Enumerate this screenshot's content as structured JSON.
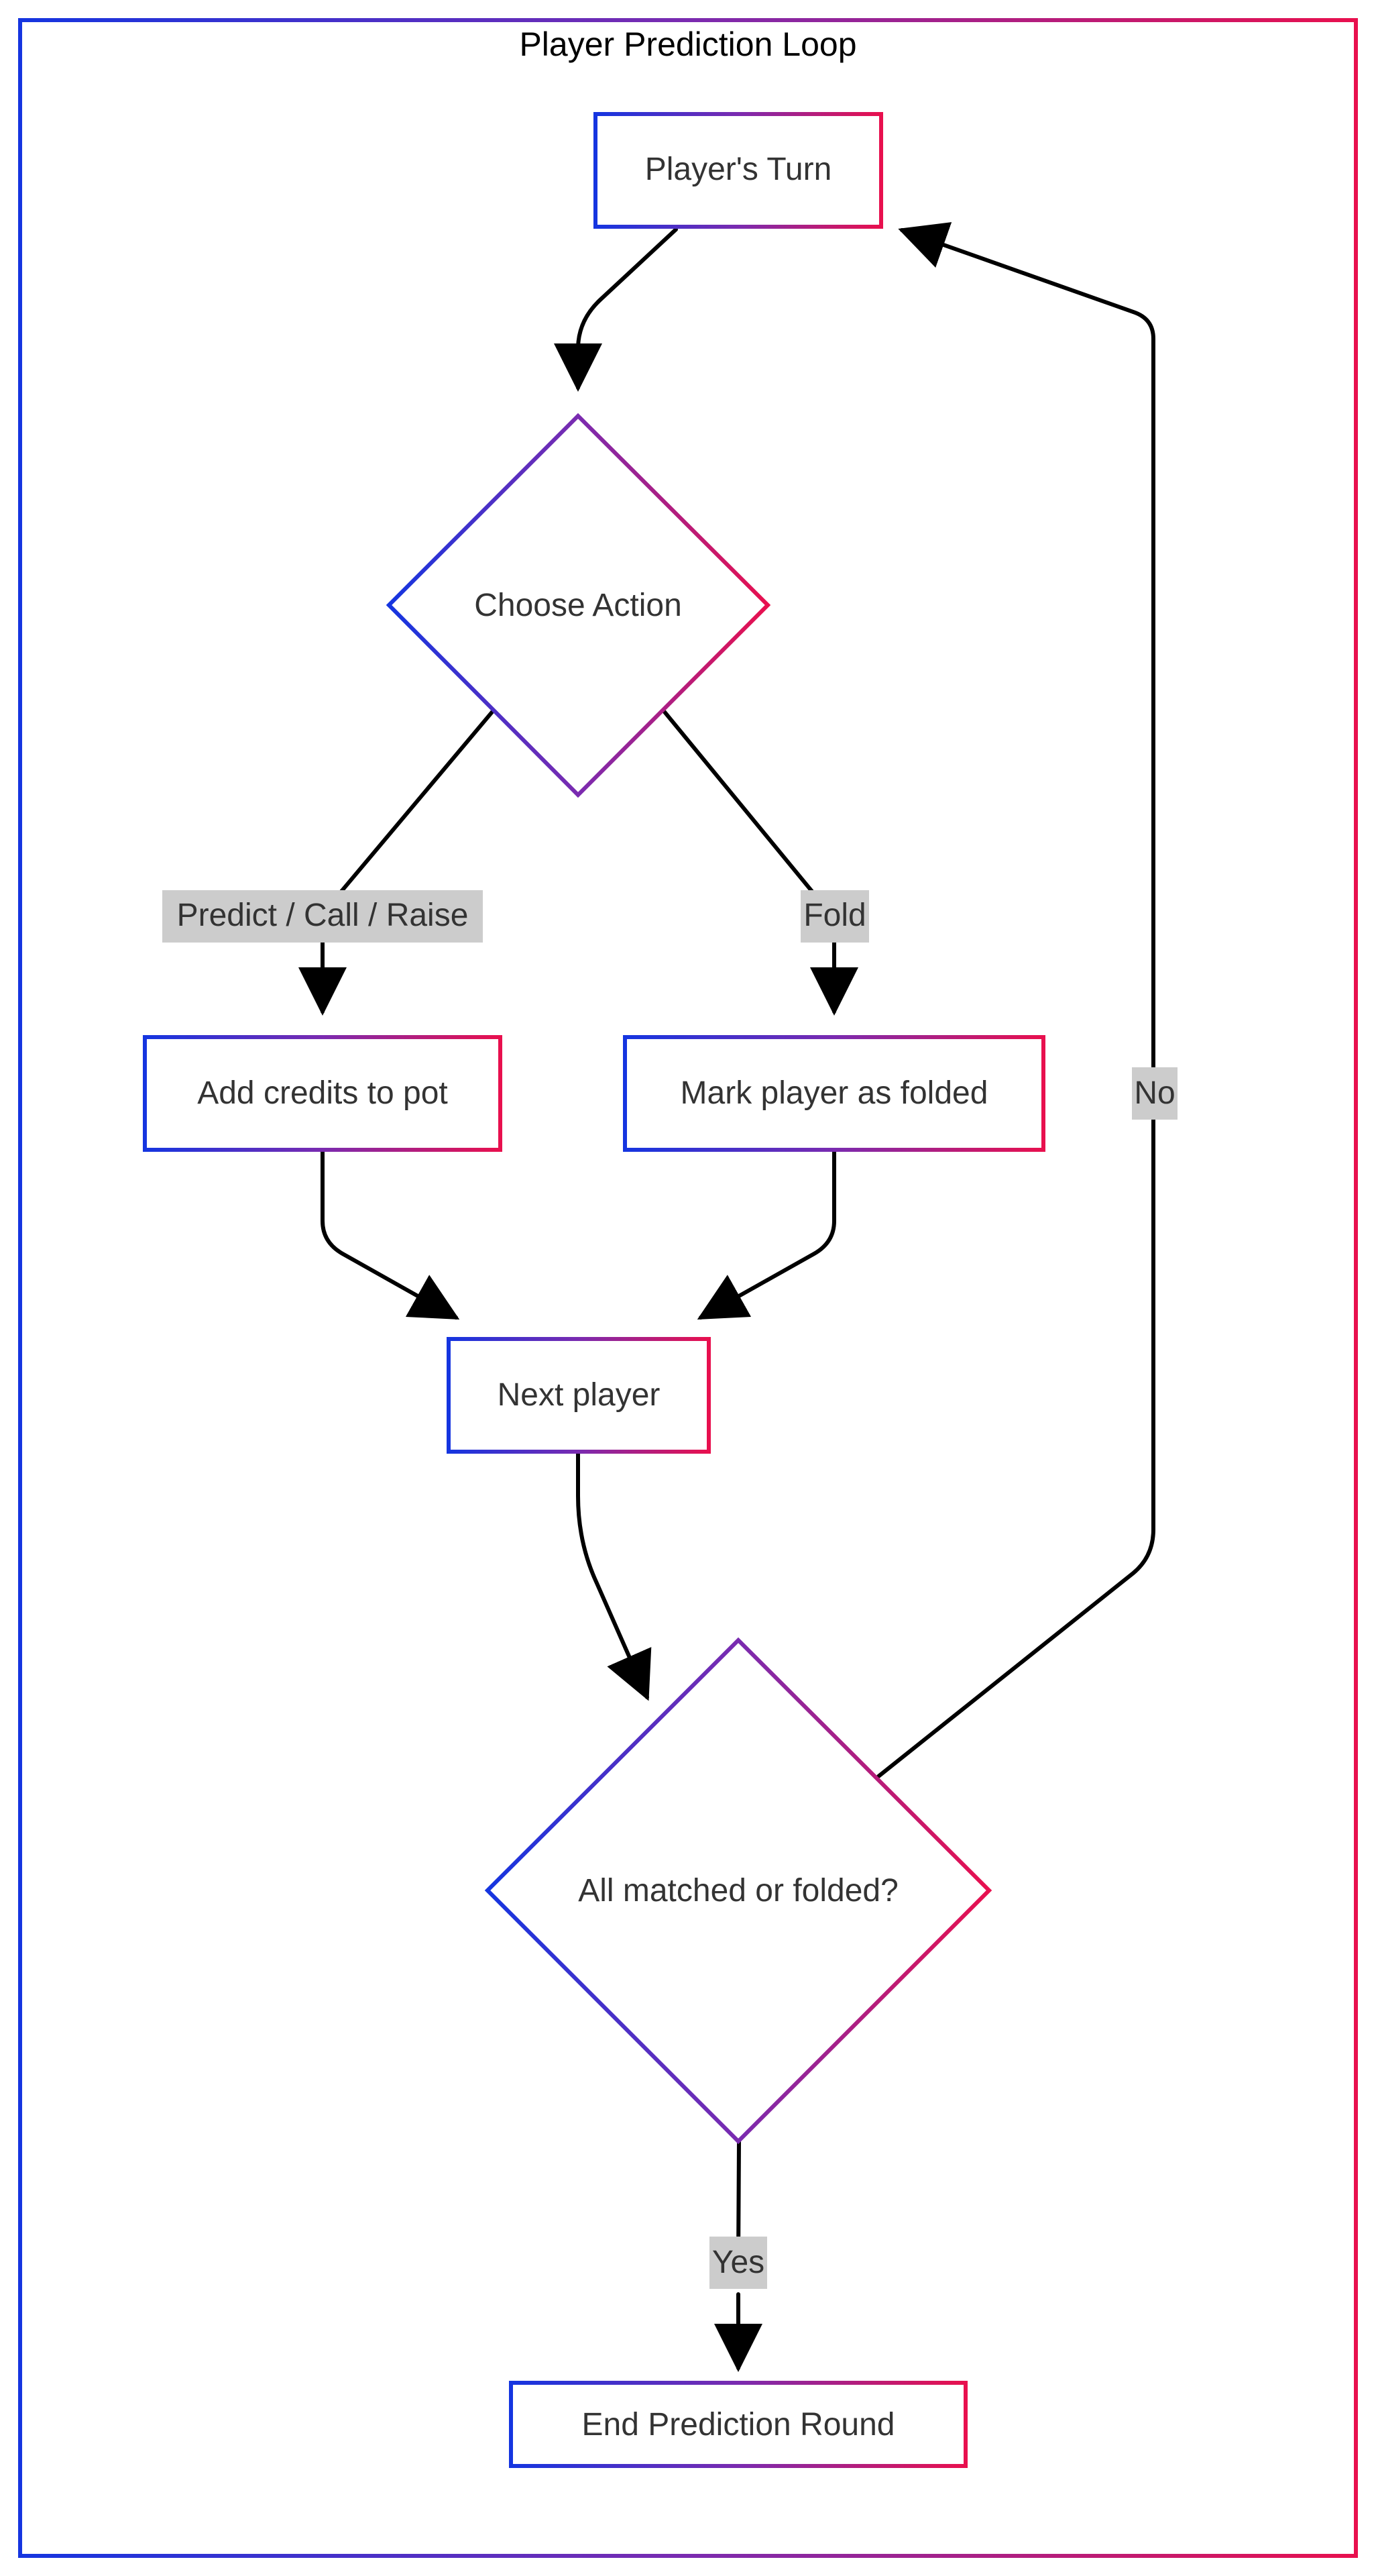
{
  "diagram": {
    "title": "Player Prediction Loop",
    "colors": {
      "gradient_start": "#1535e0",
      "gradient_mid": "#7a2bb0",
      "gradient_end": "#e8104e",
      "edge": "#000000",
      "label_background": "#cccccc",
      "text": "#333333"
    },
    "nodes": {
      "players_turn": "Player's Turn",
      "choose_action": "Choose Action",
      "add_credits": "Add credits to pot",
      "mark_folded": "Mark player as folded",
      "next_player": "Next player",
      "all_matched": "All matched or folded?",
      "end_round": "End Prediction Round"
    },
    "edge_labels": {
      "predict_call_raise": "Predict / Call / Raise",
      "fold": "Fold",
      "no": "No",
      "yes": "Yes"
    }
  }
}
